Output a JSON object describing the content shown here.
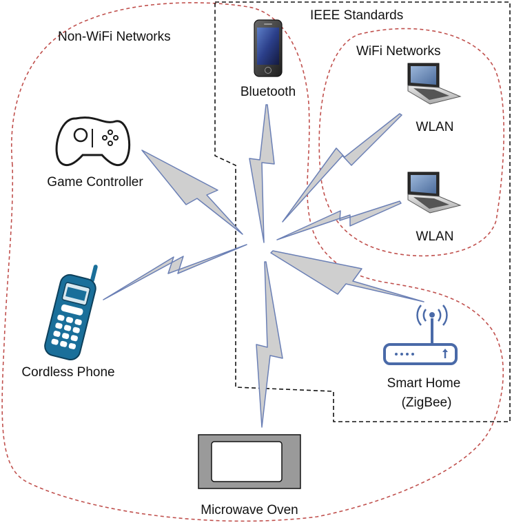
{
  "groups": {
    "non_wifi": "Non-WiFi Networks",
    "ieee": "IEEE Standards",
    "wifi": "WiFi Networks"
  },
  "devices": {
    "bluetooth": "Bluetooth",
    "wlan_1": "WLAN",
    "wlan_2": "WLAN",
    "game_controller": "Game Controller",
    "cordless_phone": "Cordless Phone",
    "smart_home_line1": "Smart Home",
    "smart_home_line2": "(ZigBee)",
    "microwave": "Microwave Oven"
  },
  "icons": [
    "smartphone-icon",
    "laptop-icon",
    "gamepad-icon",
    "cordless-phone-icon",
    "router-icon",
    "microwave-icon"
  ],
  "colors": {
    "non_wifi_border": "#c0504d",
    "ieee_border": "#111111",
    "wifi_border": "#c0504d",
    "signal_fill": "#cfcfcf",
    "signal_stroke": "#6a7fb5",
    "phone_blue": "#1a6f9a",
    "router_blue": "#4a6aa8",
    "microwave_frame": "#9a9a9a"
  }
}
